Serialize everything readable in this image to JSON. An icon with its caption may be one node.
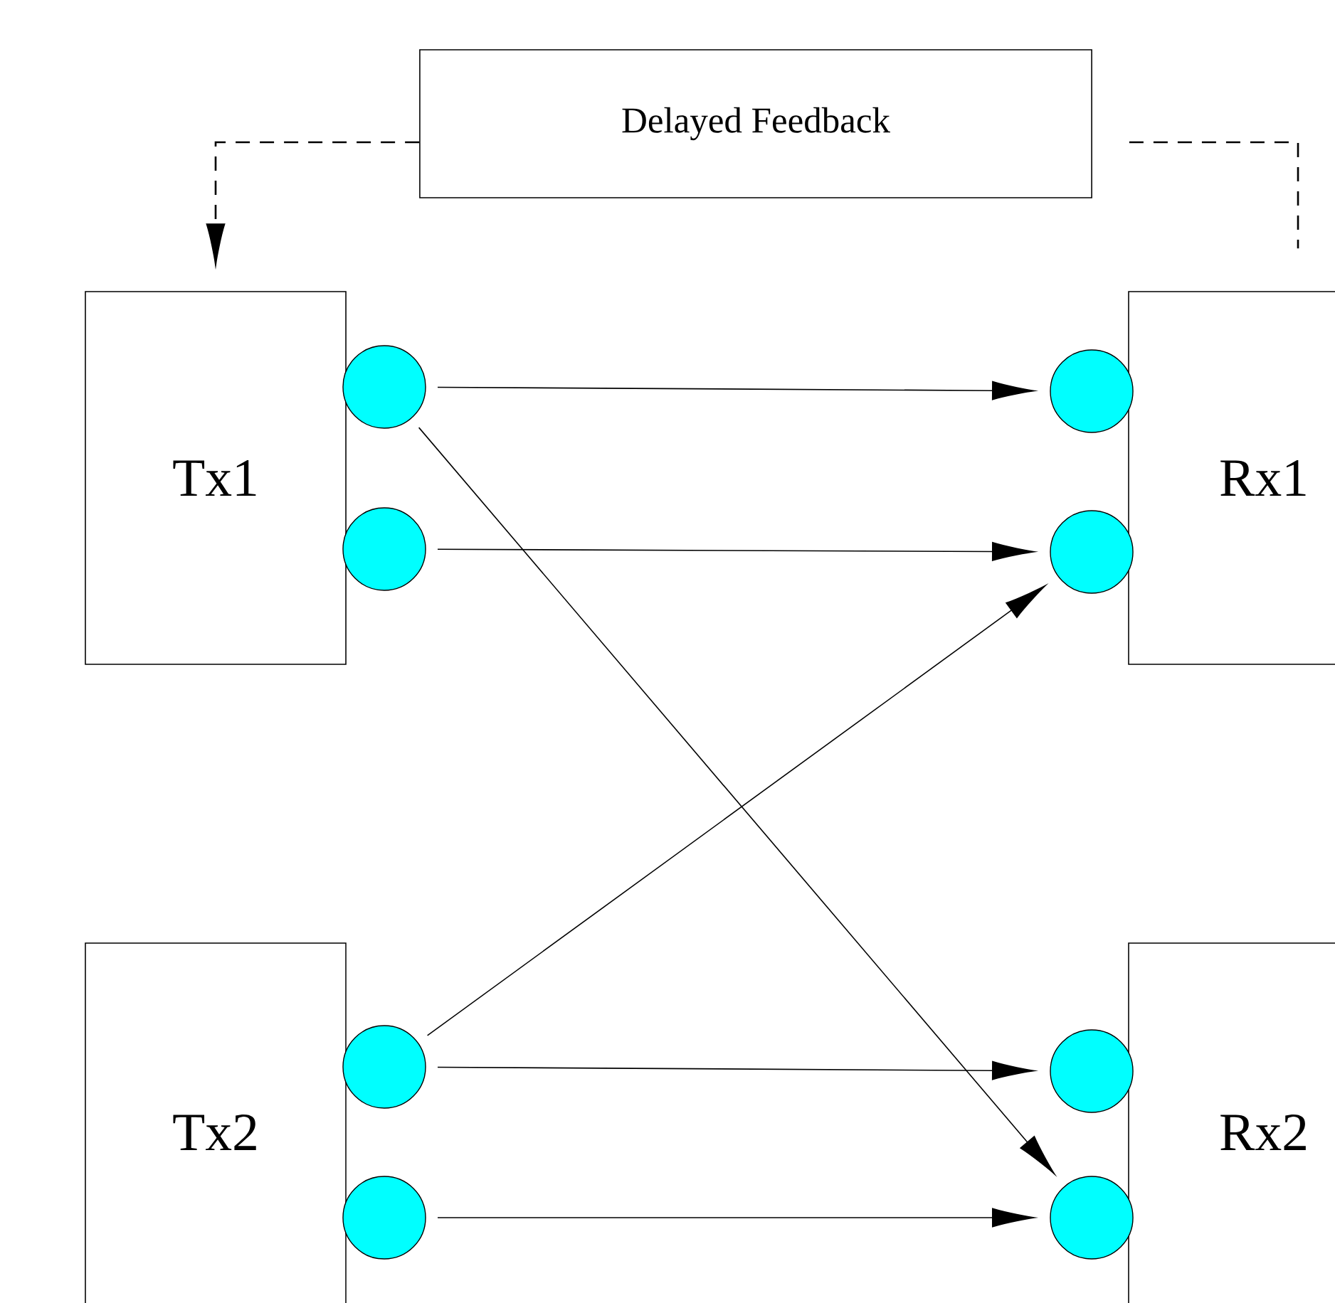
{
  "diagram": {
    "nodes": [
      {
        "text": [
          "Delayed Feedback"
        ]
      },
      {
        "text": [
          "Tx1"
        ]
      },
      {
        "text": [
          "Rx1"
        ]
      },
      {
        "text": [
          "Tx2"
        ]
      },
      {
        "text": [
          "Rx2"
        ]
      },
      {
        "text": [],
        "shape": "circle"
      },
      {
        "text": [],
        "shape": "circle"
      },
      {
        "text": [],
        "shape": "circle"
      },
      {
        "text": [],
        "shape": "circle"
      },
      {
        "text": [],
        "shape": "circle"
      },
      {
        "text": [],
        "shape": "circle"
      },
      {
        "text": [],
        "shape": "circle"
      },
      {
        "text": [],
        "shape": "circle"
      }
    ],
    "edges": [
      {
        "from": 0,
        "to": 1,
        "arrow": "to",
        "style": "dashed"
      },
      {
        "from": 0,
        "to": 2,
        "arrow": "none",
        "style": "dashed"
      },
      {
        "from": 5,
        "to": 7,
        "arrow": "to"
      },
      {
        "from": 5,
        "to": 12,
        "arrow": "to"
      },
      {
        "from": 6,
        "to": 8,
        "arrow": "to"
      },
      {
        "from": 9,
        "to": 8,
        "arrow": "to"
      },
      {
        "from": 9,
        "to": 11,
        "arrow": "to"
      },
      {
        "from": 10,
        "to": 12,
        "arrow": "to"
      }
    ]
  }
}
